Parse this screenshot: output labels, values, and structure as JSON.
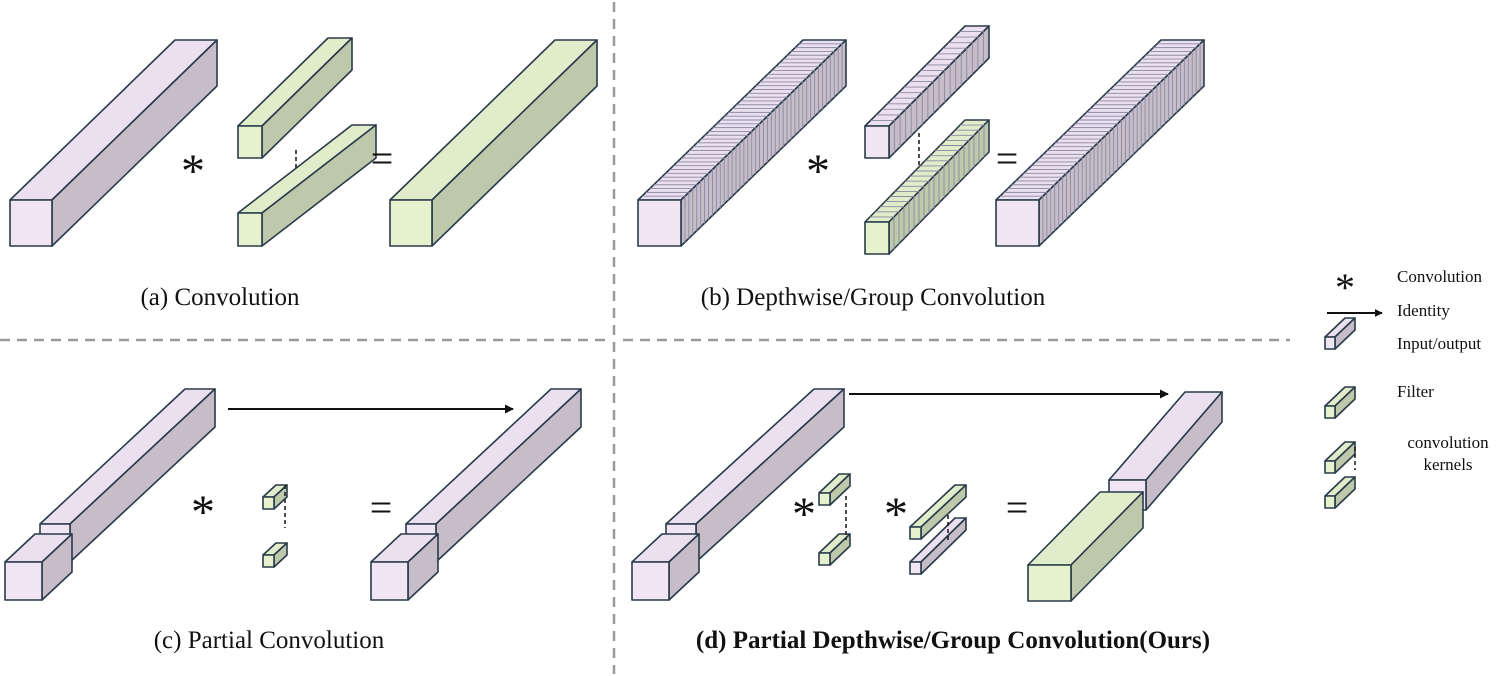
{
  "panels": {
    "a": {
      "caption": "(a) Convolution"
    },
    "b": {
      "caption": "(b) Depthwise/Group Convolution"
    },
    "c": {
      "caption": "(c) Partial Convolution"
    },
    "d": {
      "caption": "(d) Partial Depthwise/Group Convolution(Ours)"
    }
  },
  "symbols": {
    "convolution": "*",
    "equals": "="
  },
  "legend": {
    "convolution": "Convolution",
    "identity": "Identity",
    "input_output": "Input/output",
    "filter": "Filter",
    "kernels_line1": "convolution",
    "kernels_line2": "kernels"
  },
  "colors": {
    "input_output": "#e6dcea",
    "filter": "#dde8c6",
    "stroke": "#2a3a4a",
    "divider": "#9a9a9a"
  }
}
